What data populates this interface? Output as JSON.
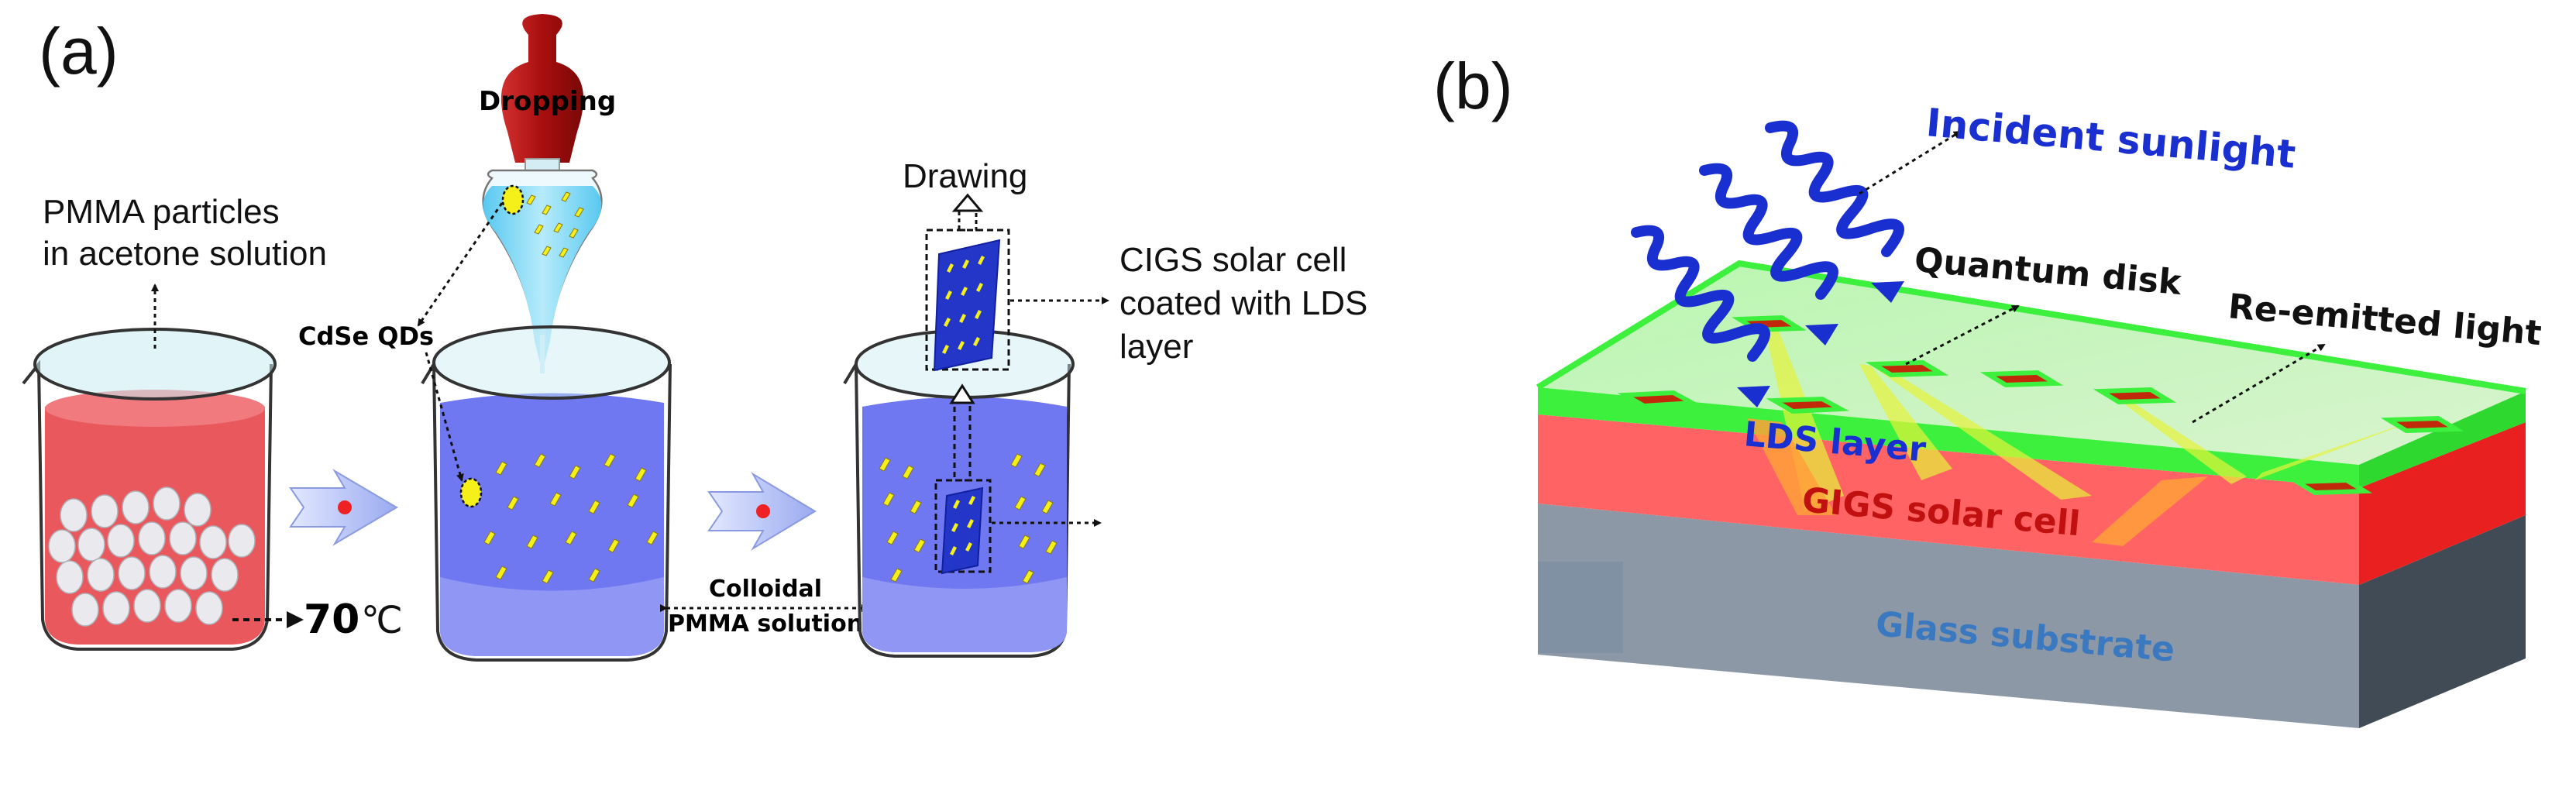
{
  "panel_a": {
    "label": "(a)",
    "pmma_label_line1": "PMMA particles",
    "pmma_label_line2": "in acetone solution",
    "temp_value": "70",
    "temp_unit": "℃",
    "dropping": "Dropping",
    "cdse_qds": "CdSe QDs",
    "colloidal_line1": "Colloidal",
    "colloidal_line2": "PMMA solution",
    "drawing": "Drawing",
    "cigs_line1": "CIGS solar cell",
    "cigs_line2": "coated with LDS",
    "cigs_line3": "layer",
    "colors": {
      "red_solution": "#e8585c",
      "blue_solution": "#6f78f0",
      "dropper_bulb": "#b01818",
      "qd_yellow": "#f5f01a"
    }
  },
  "panel_b": {
    "label": "(b)",
    "incident_sunlight": "Incident sunlight",
    "quantum_disk": "Quantum disk",
    "re_emitted_light": "Re-emitted light",
    "lds_layer": "LDS layer",
    "gigs_solar_cell": "GIGS solar cell",
    "glass_substrate": "Glass substrate",
    "colors": {
      "lds_green": "#3ef03e",
      "cell_red": "#ff6363",
      "glass_gray": "#8c98a6",
      "wave_blue": "#1a2fd0",
      "disk_red": "#c02a0a"
    }
  }
}
